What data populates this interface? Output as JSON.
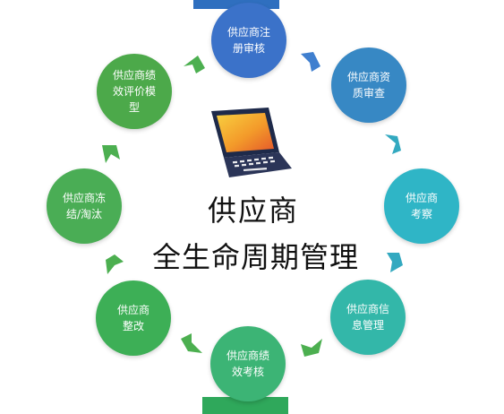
{
  "center": {
    "title_line1": "供应商",
    "title_line2": "全生命周期管理",
    "icon": "laptop-icon"
  },
  "nodes": [
    {
      "id": "register",
      "label": "供应商注\n册审核",
      "color": "#3b72c9"
    },
    {
      "id": "qualification",
      "label": "供应商资\n质审查",
      "color": "#3788c4"
    },
    {
      "id": "inspection",
      "label": "供应商\n考察",
      "color": "#2fb5c6"
    },
    {
      "id": "info-management",
      "label": "供应商信\n息管理",
      "color": "#33b7a9"
    },
    {
      "id": "performance-assessment",
      "label": "供应商绩\n效考核",
      "color": "#3cb475"
    },
    {
      "id": "rectification",
      "label": "供应商\n整改",
      "color": "#3daf56"
    },
    {
      "id": "freeze-eliminate",
      "label": "供应商冻\n结/淘汰",
      "color": "#4aad55"
    },
    {
      "id": "performance-model",
      "label": "供应商绩\n效评价模\n型",
      "color": "#4ca94a"
    }
  ],
  "colors": {
    "top_tab": "#2f6fbf",
    "bottom_tab": "#2fa85b",
    "arrow_blue": "#3f7fcf",
    "arrow_teal": "#33a9c0",
    "arrow_green": "#4caf50"
  }
}
